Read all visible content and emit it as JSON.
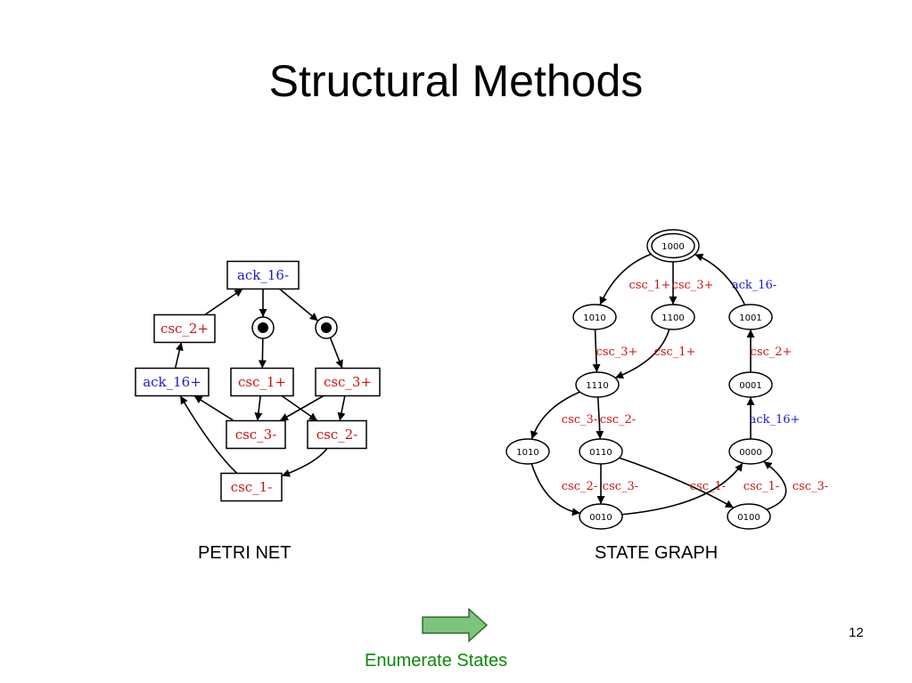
{
  "slide": {
    "title": "Structural Methods",
    "page_number": "12",
    "petri_caption": "PETRI NET",
    "state_graph_caption": "STATE GRAPH",
    "action_label": "Enumerate States",
    "action_icon": "right-arrow-icon"
  },
  "colors": {
    "red": "#cc1111",
    "blue": "#1a1acc",
    "arrow_fill": "#7dc47d",
    "arrow_stroke": "#2e6b2e",
    "action_text": "#0a8a0a"
  },
  "petri_net": {
    "transitions": [
      {
        "id": "ack16m",
        "label": "ack_16-",
        "color": "blue"
      },
      {
        "id": "csc2p",
        "label": "csc_2+",
        "color": "red"
      },
      {
        "id": "ack16p",
        "label": "ack_16+",
        "color": "blue"
      },
      {
        "id": "csc1p",
        "label": "csc_1+",
        "color": "red"
      },
      {
        "id": "csc3p",
        "label": "csc_3+",
        "color": "red"
      },
      {
        "id": "csc3m",
        "label": "csc_3-",
        "color": "red"
      },
      {
        "id": "csc2m",
        "label": "csc_2-",
        "color": "red"
      },
      {
        "id": "csc1m",
        "label": "csc_1-",
        "color": "red"
      }
    ],
    "places": [
      {
        "id": "p1",
        "marked": true
      },
      {
        "id": "p2",
        "marked": true
      }
    ],
    "arcs": [
      [
        "ack16m",
        "p1"
      ],
      [
        "ack16m",
        "p2"
      ],
      [
        "p1",
        "csc1p"
      ],
      [
        "p2",
        "csc3p"
      ],
      [
        "csc2p",
        "ack16m"
      ],
      [
        "ack16p",
        "csc2p"
      ],
      [
        "csc1p",
        "csc3m"
      ],
      [
        "csc1p",
        "csc2m"
      ],
      [
        "csc3p",
        "csc3m"
      ],
      [
        "csc3p",
        "csc2m"
      ],
      [
        "csc3m",
        "ack16p"
      ],
      [
        "csc2m",
        "csc1m"
      ],
      [
        "csc1m",
        "ack16p"
      ]
    ]
  },
  "state_graph": {
    "states": [
      {
        "id": "s1000",
        "label": "1000",
        "initial": true
      },
      {
        "id": "s1010a",
        "label": "1010"
      },
      {
        "id": "s1100",
        "label": "1100"
      },
      {
        "id": "s1001",
        "label": "1001"
      },
      {
        "id": "s1110",
        "label": "1110"
      },
      {
        "id": "s0001",
        "label": "0001"
      },
      {
        "id": "s1010b",
        "label": "1010"
      },
      {
        "id": "s0110",
        "label": "0110"
      },
      {
        "id": "s0000",
        "label": "0000"
      },
      {
        "id": "s0010",
        "label": "0010"
      },
      {
        "id": "s0100",
        "label": "0100"
      }
    ],
    "edges": [
      {
        "from": "s1000",
        "to": "s1010a",
        "label": "csc_1+",
        "color": "red"
      },
      {
        "from": "s1000",
        "to": "s1100",
        "label": "csc_3+",
        "color": "red"
      },
      {
        "from": "s1001",
        "to": "s1000",
        "label": "ack_16-",
        "color": "blue"
      },
      {
        "from": "s1010a",
        "to": "s1110",
        "label": "csc_3+",
        "color": "red"
      },
      {
        "from": "s1100",
        "to": "s1110",
        "label": "csc_1+",
        "color": "red"
      },
      {
        "from": "s0001",
        "to": "s1001",
        "label": "csc_2+",
        "color": "red"
      },
      {
        "from": "s0000",
        "to": "s0001",
        "label": "ack_16+",
        "color": "blue"
      },
      {
        "from": "s1110",
        "to": "s1010b",
        "label": "csc_3-",
        "color": "red"
      },
      {
        "from": "s1110",
        "to": "s0110",
        "label": "csc_2-",
        "color": "red"
      },
      {
        "from": "s1010b",
        "to": "s0010",
        "label": "csc_2-",
        "color": "red"
      },
      {
        "from": "s0110",
        "to": "s0010",
        "label": "csc_3-",
        "color": "red"
      },
      {
        "from": "s0110",
        "to": "s0100",
        "label": "csc_1-",
        "color": "red"
      },
      {
        "from": "s0010",
        "to": "s0000",
        "label": "csc_1-",
        "color": "red"
      },
      {
        "from": "s0100",
        "to": "s0000",
        "label": "csc_3-",
        "color": "red"
      }
    ]
  }
}
